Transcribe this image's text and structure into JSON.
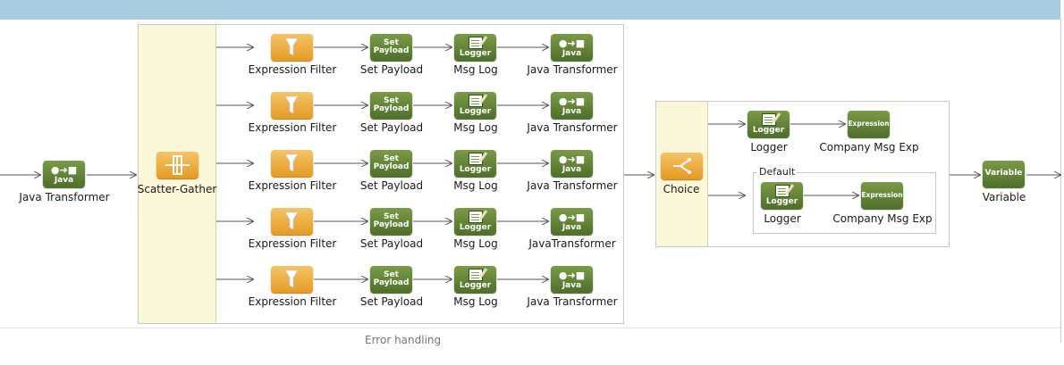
{
  "flow": {
    "start_label": "Java Transformer",
    "scatter_label": "Scatter-Gather",
    "choice_label": "Choice",
    "default_label": "Default",
    "end_label": "Variable",
    "error_handling": "Error handling"
  },
  "routes": [
    [
      "Expression Filter",
      "Set Payload",
      "Msg Log",
      "Java Transformer"
    ],
    [
      "Expression Filter",
      "Set Payload",
      "Msg Log",
      "Java Transformer"
    ],
    [
      "Expression Filter",
      "Set Payload",
      "Msg Log",
      "Java  Transformer"
    ],
    [
      "Expression Filter",
      "Set Payload",
      "Msg Log",
      "JavaTransformer"
    ],
    [
      "Expression Filter",
      "Set Payload",
      "Msg Log",
      "Java Transformer"
    ]
  ],
  "choice_routes": [
    [
      "Logger",
      "Company Msg Exp"
    ],
    [
      "Logger",
      "Company Msg Exp"
    ]
  ],
  "icon_text": {
    "java": "Java",
    "set_payload_1": "Set",
    "set_payload_2": "Payload",
    "logger": "Logger",
    "expression": "Expression",
    "variable": "Variable"
  },
  "colors": {
    "top_bar": "#a9ccdf",
    "green_node": "#5f7f36",
    "gold_node": "#eaa532",
    "panel_fill": "#fbf8d9",
    "connector": "#555555"
  }
}
